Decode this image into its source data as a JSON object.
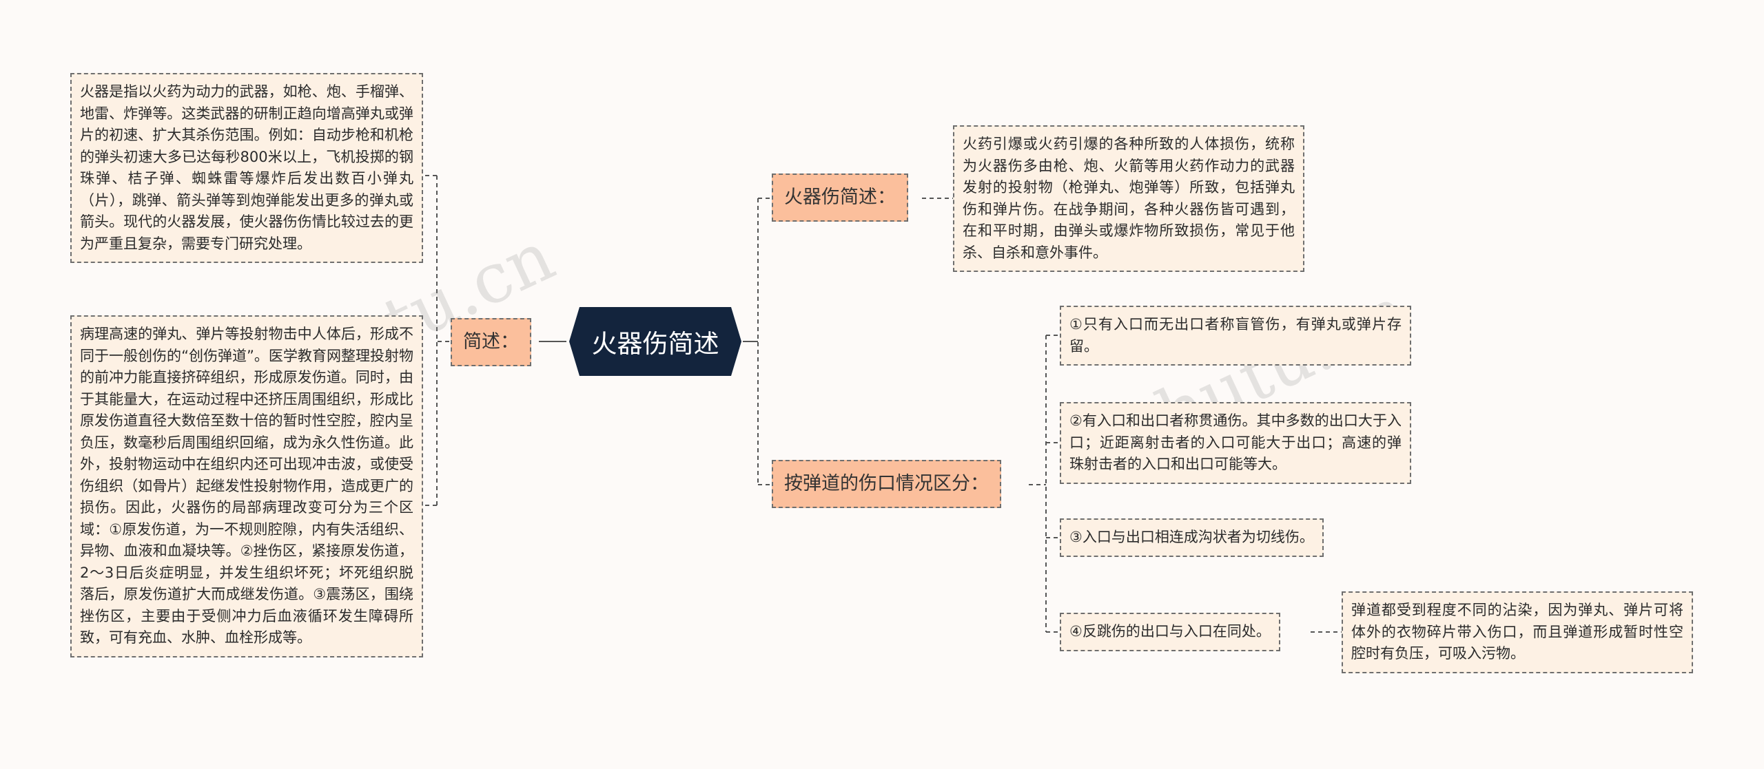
{
  "root": {
    "label": "火器伤简述"
  },
  "left": {
    "branch": "简述：",
    "leaves": [
      "火器是指以火药为动力的武器，如枪、炮、手榴弹、地雷、炸弹等。这类武器的研制正趋向增高弹丸或弹片的初速、扩大其杀伤范围。例如：自动步枪和机枪的弹头初速大多已达每秒800米以上，飞机投掷的钢珠弹、桔子弹、蜘蛛雷等爆炸后发出数百小弹丸（片），跳弹、箭头弹等到炮弹能发出更多的弹丸或箭头。现代的火器发展，使火器伤伤情比较过去的更为严重且复杂，需要专门研究处理。",
      "病理高速的弹丸、弹片等投射物击中人体后，形成不同于一般创伤的“创伤弹道”。医学教育网整理投射物的前冲力能直接挤碎组织，形成原发伤道。同时，由于其能量大，在运动过程中还挤压周围组织，形成比原发伤道直径大数倍至数十倍的暂时性空腔，腔内呈负压，数毫秒后周围组织回缩，成为永久性伤道。此外，投射物运动中在组织内还可出现冲击波，或使受伤组织（如骨片）起继发性投射物作用，造成更广的损伤。因此，火器伤的局部病理改变可分为三个区域：①原发伤道，为一不规则腔隙，内有失活组织、异物、血液和血凝块等。②挫伤区，紧接原发伤道，2～3日后炎症明显，并发生组织坏死；坏死组织脱落后，原发伤道扩大而成继发伤道。③震荡区，围绕挫伤区，主要由于受侧冲力后血液循环发生障碍所致，可有充血、水肿、血栓形成等。"
    ]
  },
  "right": {
    "branch1": {
      "label": "火器伤简述：",
      "leaf": "火药引爆或火药引爆的各种所致的人体损伤，统称为火器伤多由枪、炮、火箭等用火药作动力的武器发射的投射物（枪弹丸、炮弹等）所致，包括弹丸伤和弹片伤。在战争期间，各种火器伤皆可遇到，在和平时期，由弹头或爆炸物所致损伤，常见于他杀、自杀和意外事件。"
    },
    "branch2": {
      "label": "按弹道的伤口情况区分：",
      "items": [
        "①只有入口而无出口者称盲管伤，有弹丸或弹片存留。",
        "②有入口和出口者称贯通伤。其中多数的出口大于入口；近距离射击者的入口可能大于出口；高速的弹珠射击者的入口和出口可能等大。",
        "③入口与出口相连成沟状者为切线伤。",
        "④反跳伤的出口与入口在同处。"
      ],
      "sub_leaf": "弹道都受到程度不同的沾染，因为弹丸、弹片可将体外的衣物碎片带入伤口，而且弹道形成暂时性空腔时有负压，可吸入污物。"
    }
  },
  "watermark": "shutu.cn",
  "colors": {
    "root_bg": "#13243d",
    "branch_bg": "#fbbf9c",
    "leaf_bg": "#fdf1e4",
    "line": "#555555",
    "page_bg": "#fdfaf8"
  }
}
